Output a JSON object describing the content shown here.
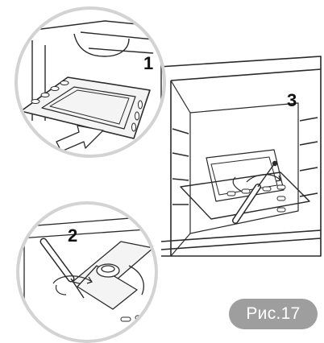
{
  "figure": {
    "steps": [
      "1",
      "2",
      "3"
    ],
    "caption": "Рис.17"
  },
  "icons": {
    "detail_1": "removing-oven-tray",
    "detail_2": "screwdriver-on-bottom-burner",
    "main_3": "screwdriver-on-oven-cavity-screw"
  },
  "colors": {
    "line": "#2a2a2a",
    "circle_border": "#c9c9c9",
    "caption_bg": "#9e9e9e"
  }
}
